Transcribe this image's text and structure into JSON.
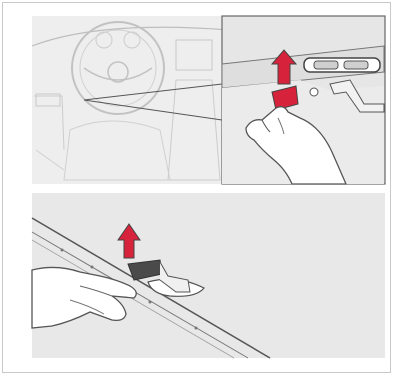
{
  "figure": {
    "panels": [
      {
        "name": "dashboard-overview"
      },
      {
        "name": "hood-release-detail"
      },
      {
        "name": "safety-catch-release"
      }
    ],
    "arrow_color": "#d6233b",
    "line_color": "#666666"
  }
}
